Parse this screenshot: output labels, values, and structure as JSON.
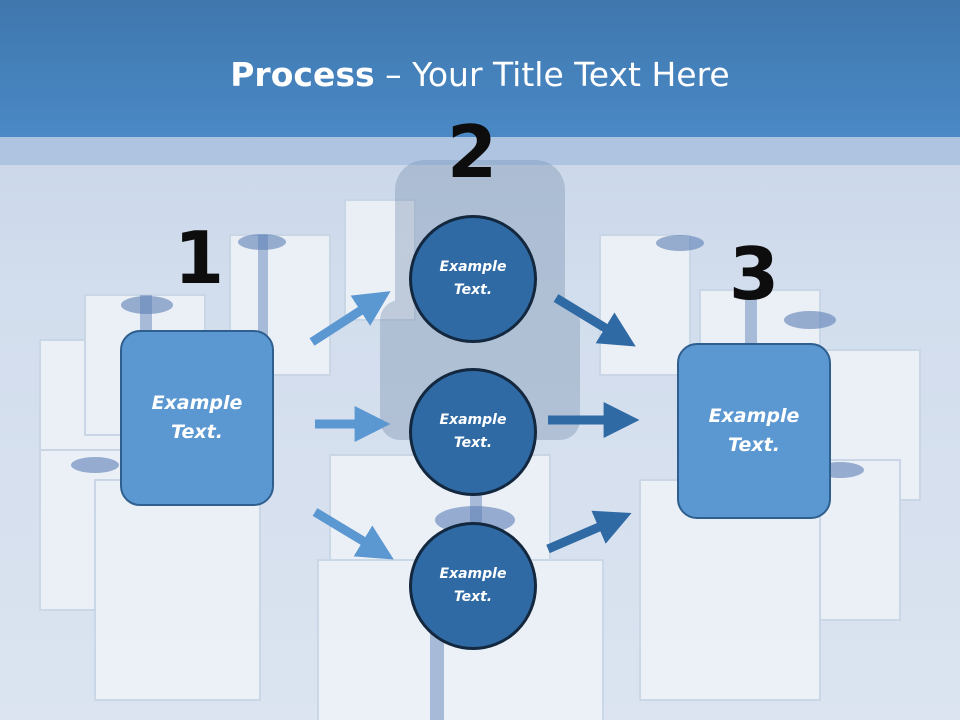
{
  "slide": {
    "title_bold": "Process",
    "title_rest": " – Your Title Text Here",
    "step_numbers": [
      "1",
      "2",
      "3"
    ],
    "left_box": "Example\nText.",
    "right_box": "Example\nText.",
    "circles": [
      "Example\nText.",
      "Example\nText.",
      "Example\nText."
    ]
  },
  "colors": {
    "header": "#4a89c6",
    "box_fill": "#5b97d0",
    "circle_fill": "#2f6aa5",
    "arrow_light": "#5b97d0",
    "arrow_dark": "#2f6aa5"
  }
}
